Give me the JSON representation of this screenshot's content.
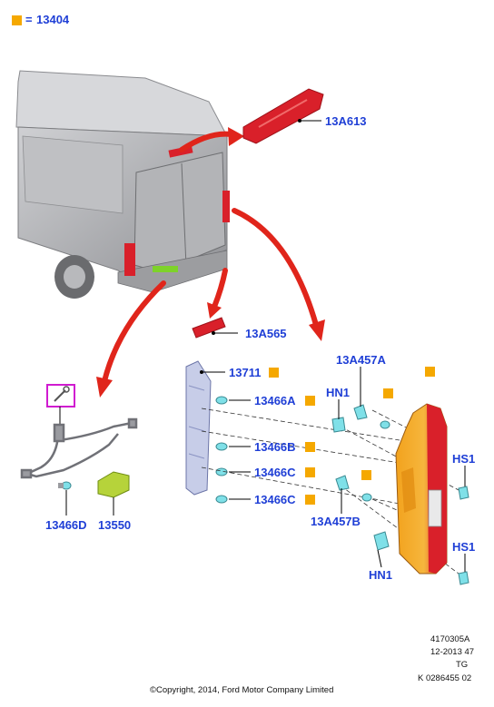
{
  "legend": {
    "equals": "=",
    "part": "13404",
    "marker_color": "#f5a800"
  },
  "colors": {
    "label": "#1f3fd6",
    "arrow": "#e0251b",
    "van": "#a9aaad",
    "lamp_red": "#d9202a",
    "lamp_amber": "#f5a21b",
    "bulb": "#7fe0e8",
    "connector": "#b6d33a",
    "frame": "#d01bd0"
  },
  "labels": {
    "high_mount_lamp": "13A613",
    "plate_lamp": "13A565",
    "lamp_housing": "13711",
    "bulb_a": "13466A",
    "bulb_b": "13466B",
    "bulb_c1": "13466C",
    "bulb_c2": "13466C",
    "socket_upper": "13A457A",
    "socket_lower": "13A457B",
    "hn1_upper": "HN1",
    "hn1_lower": "HN1",
    "hs1_upper": "HS1",
    "hs1_lower": "HS1",
    "plate_bulb": "13466D",
    "plate_connector": "13550"
  },
  "icons": {
    "wiring_hint": "wrench-icon"
  },
  "footer": {
    "drawing_number": "4170305A",
    "date_code": "12-2013 47",
    "tag": "TG",
    "reference": "K 0286455 02",
    "copyright": "©Copyright, 2014, Ford Motor Company Limited"
  }
}
